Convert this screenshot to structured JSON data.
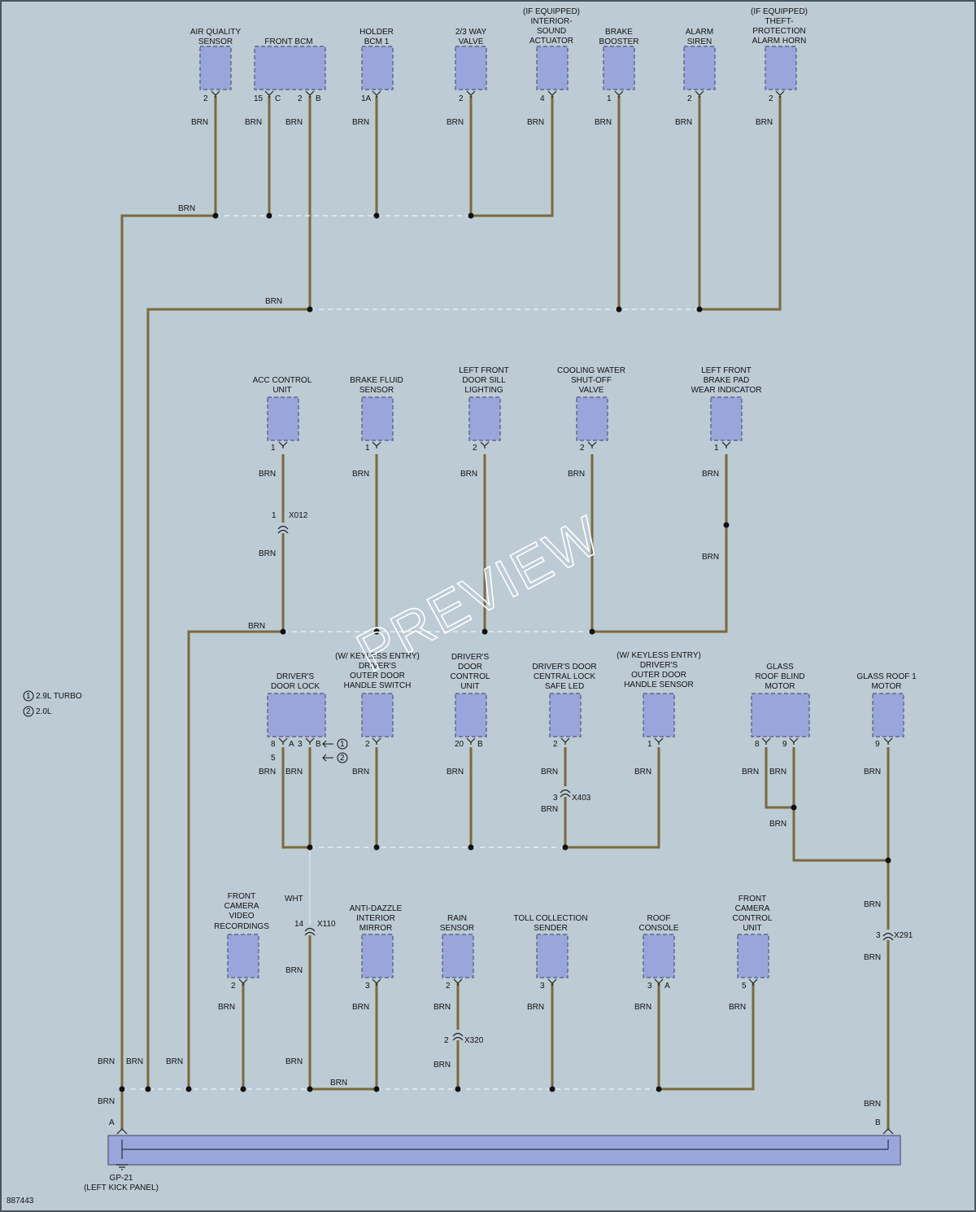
{
  "diagram_id": "887443",
  "watermark": "PREVIEW",
  "legend": [
    {
      "num": "1",
      "text": "2.9L TURBO"
    },
    {
      "num": "2",
      "text": "2.0L"
    }
  ],
  "wire_color": "BRN",
  "wire_color_white": "WHT",
  "ground": {
    "name": "GP-21",
    "location": "(LEFT KICK PANEL)",
    "pin_left": "A",
    "pin_right": "B"
  },
  "row1": [
    {
      "lines": [
        "AIR QUALITY",
        "SENSOR"
      ],
      "pins": [
        "2"
      ]
    },
    {
      "lines": [
        "FRONT BCM"
      ],
      "pins": [
        "15",
        "C",
        "2",
        "B"
      ]
    },
    {
      "lines": [
        "HOLDER",
        "BCM 1"
      ],
      "pins": [
        "1A"
      ]
    },
    {
      "lines": [
        "2/3 WAY",
        "VALVE"
      ],
      "pins": [
        "2"
      ]
    },
    {
      "lines": [
        "(IF EQUIPPED)",
        "INTERIOR-",
        "SOUND",
        "ACTUATOR"
      ],
      "pins": [
        "4"
      ]
    },
    {
      "lines": [
        "BRAKE",
        "BOOSTER"
      ],
      "pins": [
        "1"
      ]
    },
    {
      "lines": [
        "ALARM",
        "SIREN"
      ],
      "pins": [
        "2"
      ]
    },
    {
      "lines": [
        "(IF EQUIPPED)",
        "THEFT-",
        "PROTECTION",
        "ALARM HORN"
      ],
      "pins": [
        "2"
      ]
    }
  ],
  "row2": [
    {
      "lines": [
        "ACC CONTROL",
        "UNIT"
      ],
      "pins": [
        "1"
      ]
    },
    {
      "lines": [
        "BRAKE FLUID",
        "SENSOR"
      ],
      "pins": [
        "1"
      ]
    },
    {
      "lines": [
        "LEFT FRONT",
        "DOOR SILL",
        "LIGHTING"
      ],
      "pins": [
        "2"
      ]
    },
    {
      "lines": [
        "COOLING WATER",
        "SHUT-OFF",
        "VALVE"
      ],
      "pins": [
        "2"
      ]
    },
    {
      "lines": [
        "LEFT FRONT",
        "BRAKE PAD",
        "WEAR INDICATOR"
      ],
      "pins": [
        "1"
      ]
    }
  ],
  "row3": [
    {
      "lines": [
        "DRIVER'S",
        "DOOR LOCK"
      ],
      "pins": [
        "8",
        "A",
        "3",
        "B",
        "5"
      ]
    },
    {
      "lines": [
        "(W/ KEYLESS ENTRY)",
        "DRIVER'S",
        "OUTER DOOR",
        "HANDLE SWITCH"
      ],
      "pins": [
        "2"
      ]
    },
    {
      "lines": [
        "DRIVER'S",
        "DOOR",
        "CONTROL",
        "UNIT"
      ],
      "pins": [
        "20",
        "B"
      ]
    },
    {
      "lines": [
        "DRIVER'S DOOR",
        "CENTRAL LOCK",
        "SAFE LED"
      ],
      "pins": [
        "2"
      ]
    },
    {
      "lines": [
        "(W/ KEYLESS ENTRY)",
        "DRIVER'S",
        "OUTER DOOR",
        "HANDLE SENSOR"
      ],
      "pins": [
        "1"
      ]
    },
    {
      "lines": [
        "GLASS",
        "ROOF BLIND",
        "MOTOR"
      ],
      "pins": [
        "8",
        "9"
      ]
    },
    {
      "lines": [
        "GLASS ROOF 1",
        "MOTOR"
      ],
      "pins": [
        "9"
      ]
    }
  ],
  "row4": [
    {
      "lines": [
        "FRONT",
        "CAMERA",
        "VIDEO",
        "RECORDINGS"
      ],
      "pins": [
        "2"
      ]
    },
    {
      "lines": [
        "ANTI-DAZZLE",
        "INTERIOR",
        "MIRROR"
      ],
      "pins": [
        "3"
      ]
    },
    {
      "lines": [
        "RAIN",
        "SENSOR"
      ],
      "pins": [
        "2"
      ]
    },
    {
      "lines": [
        "TOLL COLLECTION",
        "SENDER"
      ],
      "pins": [
        "3"
      ]
    },
    {
      "lines": [
        "ROOF",
        "CONSOLE"
      ],
      "pins": [
        "3",
        "A"
      ]
    },
    {
      "lines": [
        "FRONT",
        "CAMERA",
        "CONTROL",
        "UNIT"
      ],
      "pins": [
        "5"
      ]
    }
  ],
  "connectors": [
    {
      "pin": "1",
      "name": "X012"
    },
    {
      "pin": "3",
      "name": "X403"
    },
    {
      "pin": "14",
      "name": "X110"
    },
    {
      "pin": "2",
      "name": "X320"
    },
    {
      "pin": "3",
      "name": "X291"
    }
  ]
}
